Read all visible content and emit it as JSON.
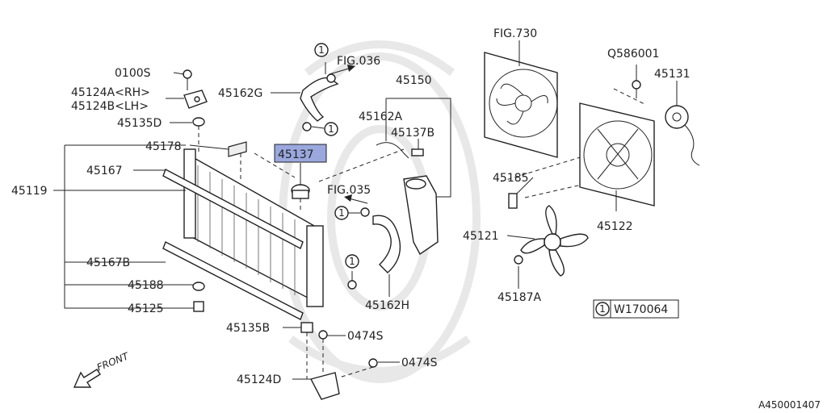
{
  "callouts": {
    "c0100S": "0100S",
    "c45124A": "45124A<RH>",
    "c45124B": "45124B<LH>",
    "c45135D": "45135D",
    "c45178": "45178",
    "c45167": "45167",
    "c45119": "45119",
    "c45167B": "45167B",
    "c45188": "45188",
    "c45125": "45125",
    "c45135B": "45135B",
    "c0474S_1": "0474S",
    "c0474S_2": "0474S",
    "c45124D": "45124D",
    "c45162G": "45162G",
    "cFIG036": "FIG.036",
    "c45150": "45150",
    "c45162A": "45162A",
    "c45137B": "45137B",
    "c45137": "45137",
    "cFIG035": "FIG.035",
    "c45162H": "45162H",
    "cFIG730": "FIG.730",
    "cQ586001": "Q586001",
    "c45131": "45131",
    "c45185": "45185",
    "c45122": "45122",
    "c45121": "45121",
    "c45187A": "45187A"
  },
  "circle_marker": "1",
  "legend": {
    "marker": "1",
    "code": "W170064"
  },
  "front_label": "FRONT",
  "diagram_id": "A450001407",
  "highlight_color": "#9aa8de"
}
